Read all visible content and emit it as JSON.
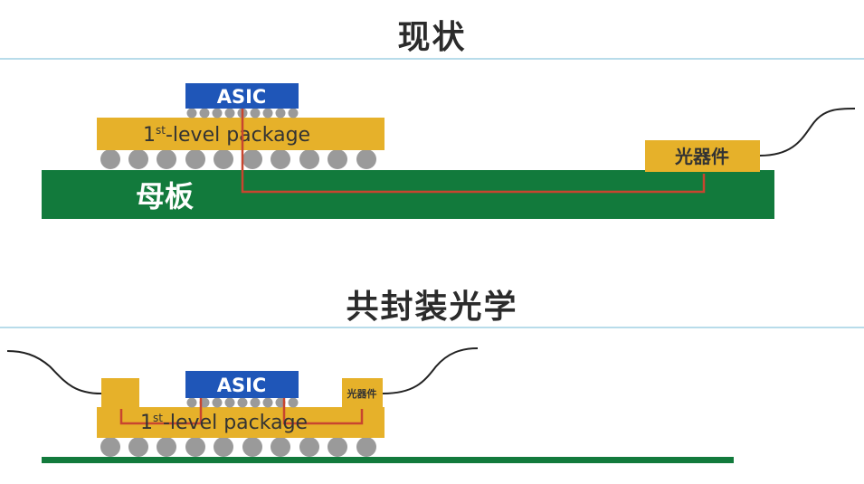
{
  "titles": {
    "current": "现状",
    "cpo": "共封装光学"
  },
  "labels": {
    "asic": "ASIC",
    "package_num": "1",
    "package_sup": "st",
    "package_text": "-level package",
    "optics": "光器件",
    "board": "母板"
  },
  "colors": {
    "asic_blue": "#1f56b8",
    "package_gold": "#e6b12a",
    "board_green": "#127a3c",
    "ball_grey": "#9a9a9a",
    "trace_red": "#c8452f",
    "divider_blue": "#b8dcea",
    "fiber": "#222222"
  }
}
